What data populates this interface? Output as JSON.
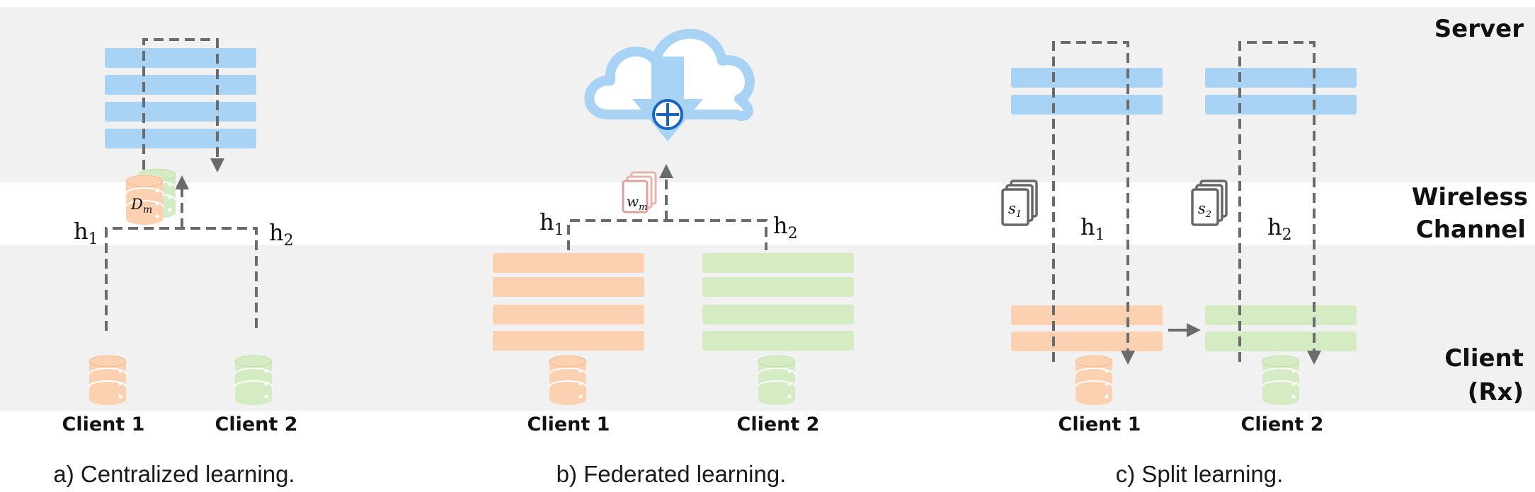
{
  "tiers": {
    "server": "Server",
    "channel_line1": "Wireless",
    "channel_line2": "Channel",
    "client_line1": "Client",
    "client_line2": "(Rx)"
  },
  "panels": [
    {
      "caption": "a) Centralized learning.",
      "h1": "h",
      "h1_sub": "1",
      "h2": "h",
      "h2_sub": "2",
      "dataset_base": "D",
      "dataset_sub": "m",
      "client1": "Client 1",
      "client2": "Client 2"
    },
    {
      "caption": "b) Federated learning.",
      "h1": "h",
      "h1_sub": "1",
      "h2": "h",
      "h2_sub": "2",
      "weights_base": "w",
      "weights_sub": "m",
      "client1": "Client 1",
      "client2": "Client 2"
    },
    {
      "caption": "c) Split learning.",
      "h1": "h",
      "h1_sub": "1",
      "h2": "h",
      "h2_sub": "2",
      "smash1_base": "s",
      "smash1_sub": "1",
      "smash2_base": "s",
      "smash2_sub": "2",
      "client1": "Client 1",
      "client2": "Client 2"
    }
  ],
  "colors": {
    "band": "#f1f1f1",
    "server_layer": "#a9d3f5",
    "client1_layer": "#fbd1b1",
    "client2_layer": "#d5ebc4",
    "dashed_arrow": "#6b6b6b",
    "aggregate_symbol": "#1565c0"
  },
  "icons": [
    "cloud-icon",
    "download-arrow-icon",
    "aggregate-plus-icon",
    "database-icon",
    "document-stack-icon"
  ]
}
